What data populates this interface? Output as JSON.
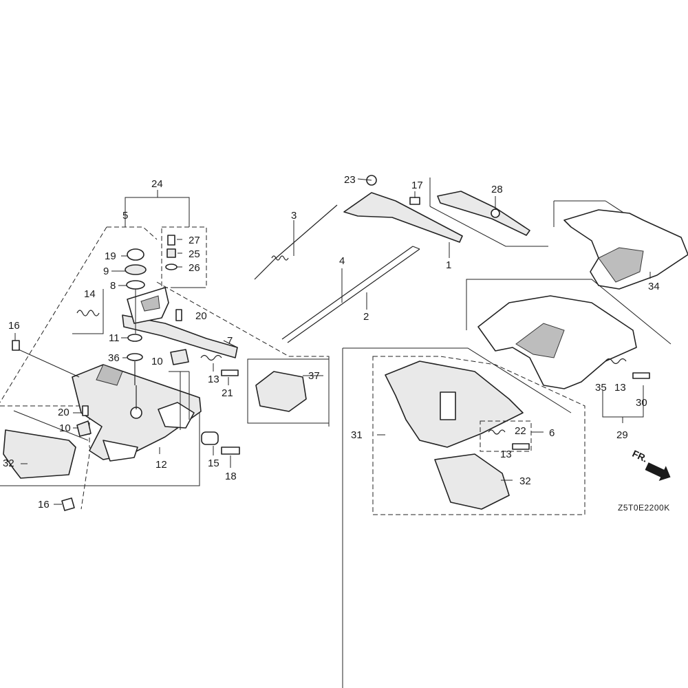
{
  "diagram": {
    "drawing_code": "Z5T0E2200K",
    "direction_label": "FR.",
    "callouts": {
      "c1": "1",
      "c2": "2",
      "c3": "3",
      "c4": "4",
      "c5": "5",
      "c6": "6",
      "c7": "7",
      "c8": "8",
      "c9": "9",
      "c10a": "10",
      "c10b": "10",
      "c11": "11",
      "c12": "12",
      "c13a": "13",
      "c13b": "13",
      "c13c": "13",
      "c14": "14",
      "c15": "15",
      "c16a": "16",
      "c16b": "16",
      "c17": "17",
      "c18": "18",
      "c19": "19",
      "c20a": "20",
      "c20b": "20",
      "c21": "21",
      "c22": "22",
      "c23": "23",
      "c24": "24",
      "c25": "25",
      "c26": "26",
      "c27": "27",
      "c28": "28",
      "c29": "29",
      "c30": "30",
      "c31": "31",
      "c32a": "32",
      "c32b": "32",
      "c34": "34",
      "c35": "35",
      "c36": "36",
      "c37": "37"
    }
  }
}
